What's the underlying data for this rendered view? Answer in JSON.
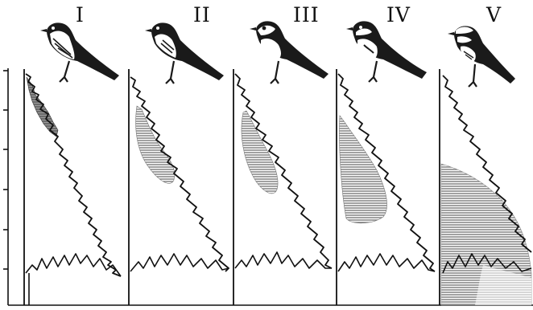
{
  "panels": [
    {
      "label": "I"
    },
    {
      "label": "II"
    },
    {
      "label": "III"
    },
    {
      "label": "IV"
    },
    {
      "label": "V"
    }
  ],
  "colors": {
    "ink": "#111111",
    "shade": "#888888",
    "background": "#ffffff"
  }
}
